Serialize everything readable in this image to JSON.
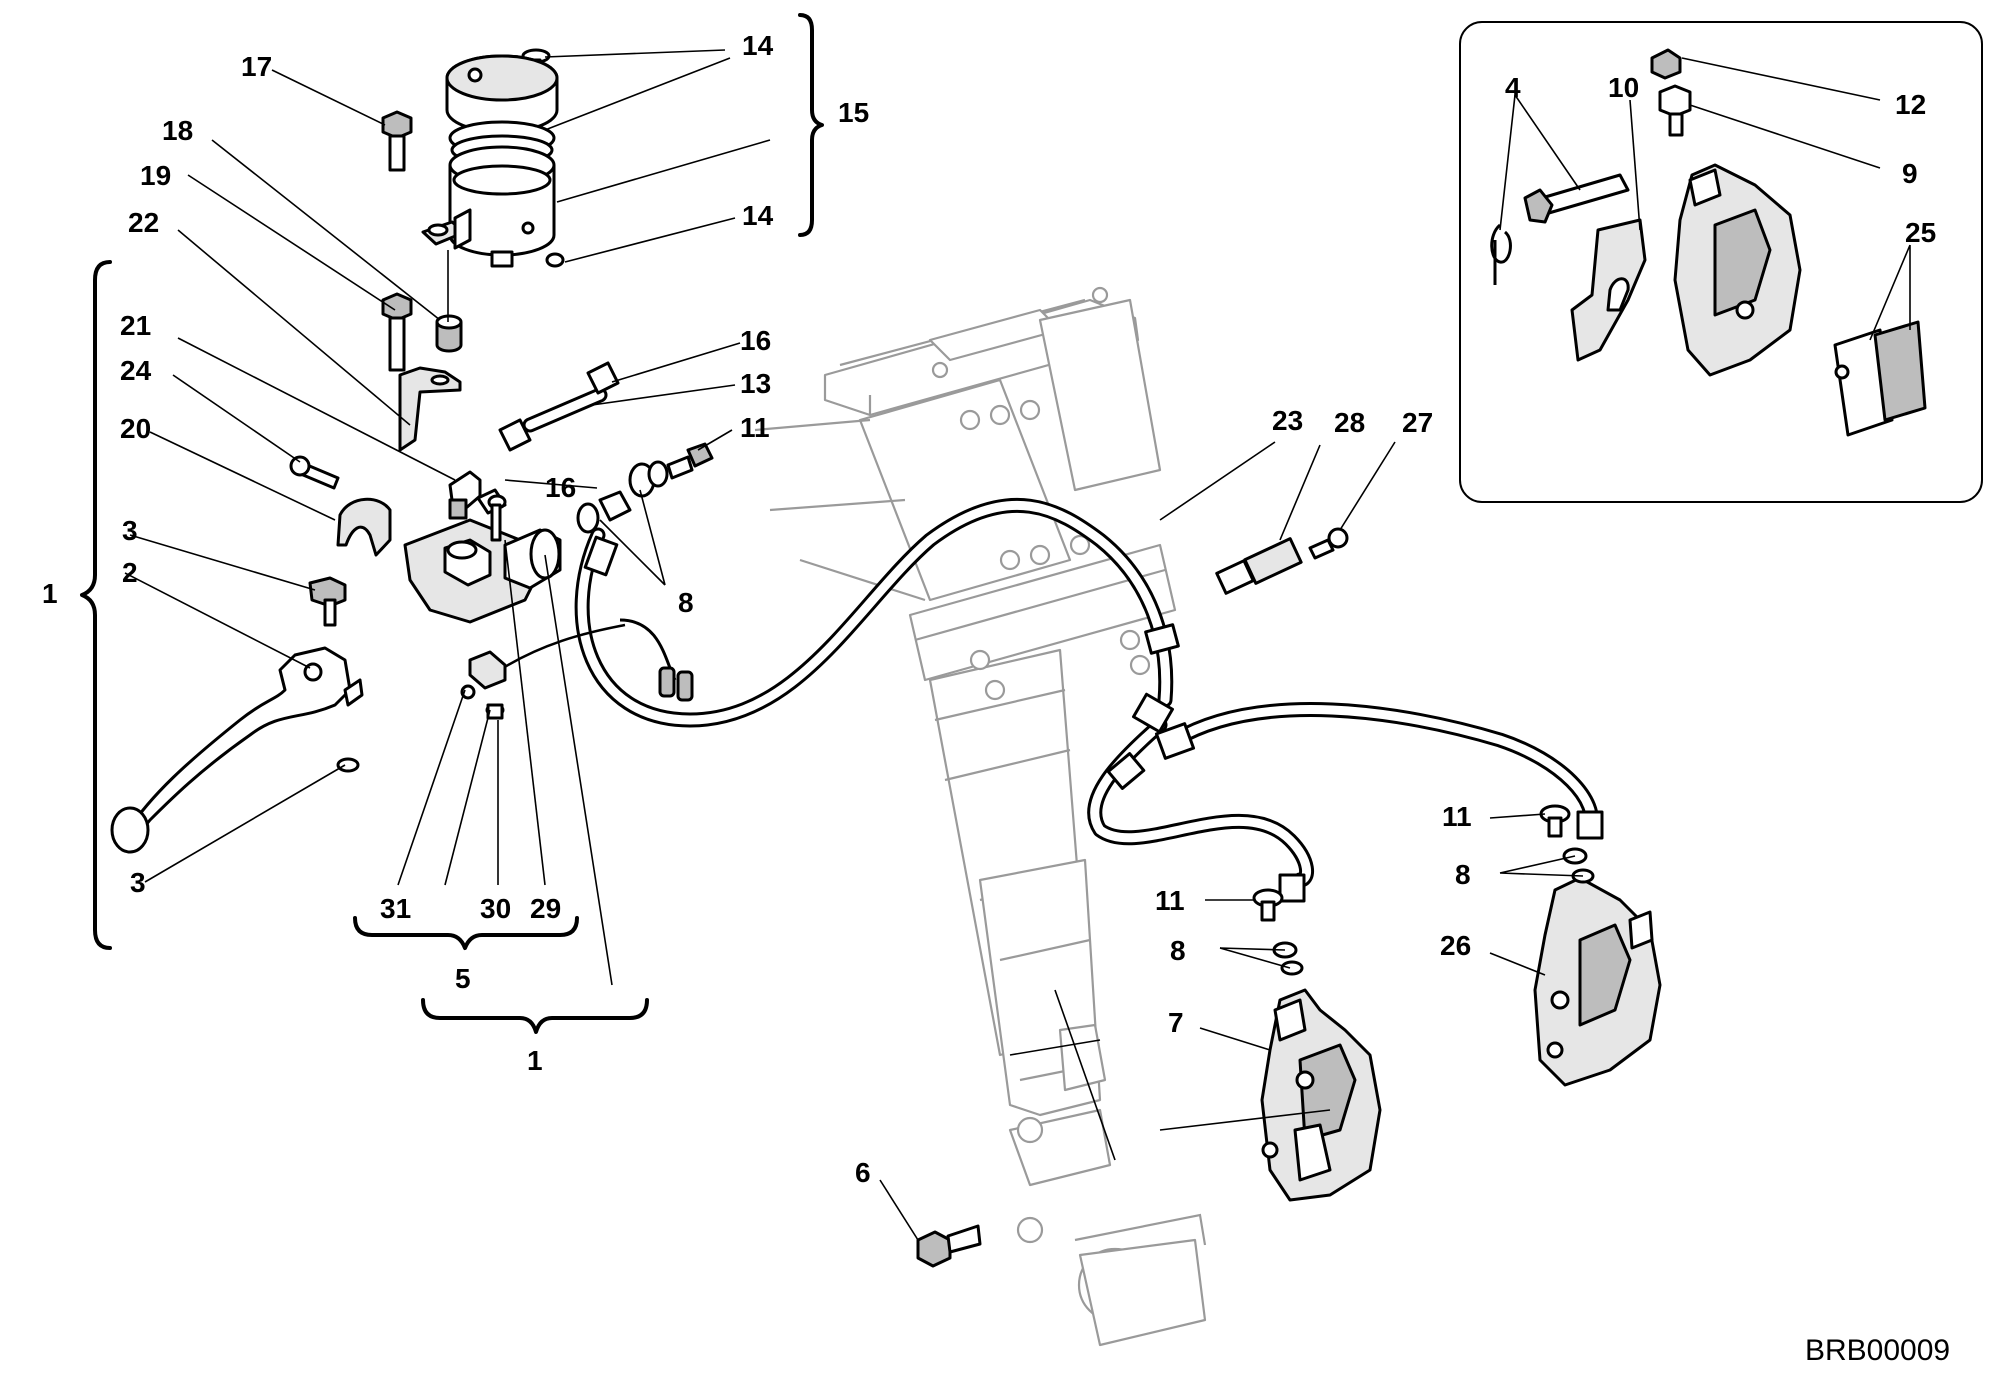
{
  "drawing_code": "BRB00009",
  "callouts": {
    "c17": "17",
    "c18": "18",
    "c19": "19",
    "c22": "22",
    "c21": "21",
    "c24": "24",
    "c20": "20",
    "c3a": "3",
    "c2": "2",
    "c1a": "1",
    "c3b": "3",
    "c14a": "14",
    "c15": "15",
    "c14b": "14",
    "c16a": "16",
    "c13": "13",
    "c11a": "11",
    "c16b": "16",
    "c8a": "8",
    "c31": "31",
    "c30": "30",
    "c29": "29",
    "c5": "5",
    "c1b": "1",
    "c23": "23",
    "c28": "28",
    "c27": "27",
    "c11b": "11",
    "c8b": "8",
    "c7": "7",
    "c6": "6",
    "c11c": "11",
    "c8c": "8",
    "c26": "26",
    "c4": "4",
    "c10": "10",
    "c12": "12",
    "c9": "9",
    "c25": "25"
  }
}
